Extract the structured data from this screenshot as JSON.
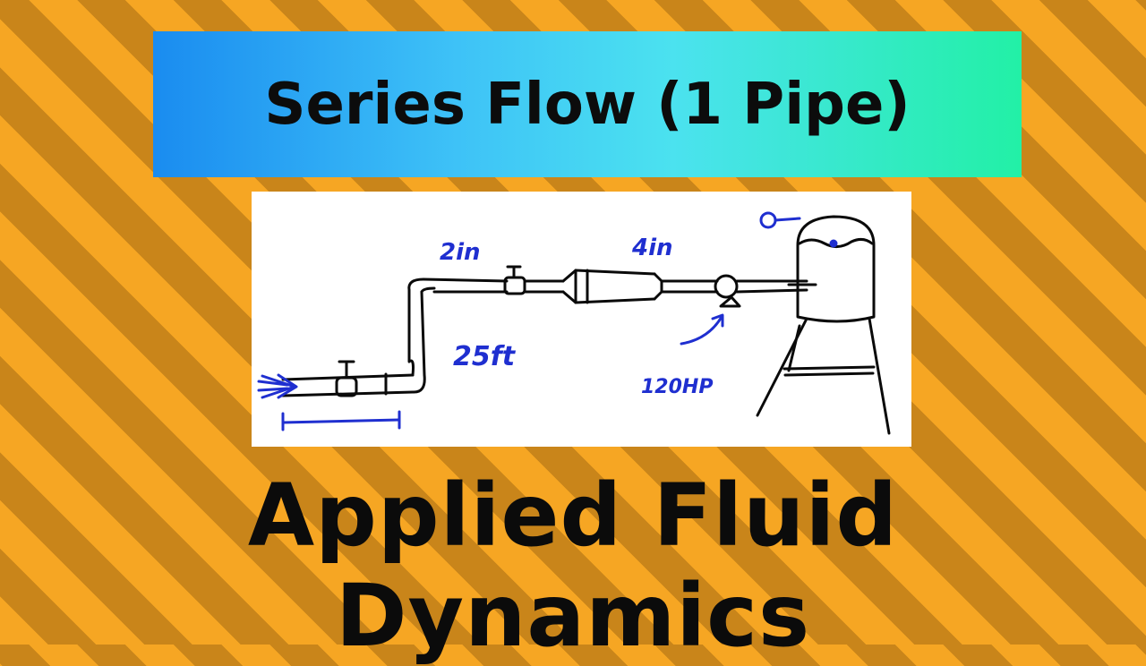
{
  "banner": {
    "title": "Series Flow (1 Pipe)"
  },
  "sketch": {
    "label_2in": "2in",
    "label_4in": "4in",
    "label_25ft": "25ft",
    "label_pump": "120HP"
  },
  "footer": {
    "title": "Applied Fluid Dynamics"
  },
  "colors": {
    "background_orange": "#f6a623",
    "stripe_dark": "#c9851a",
    "sketch_ink": "#0a0a0a",
    "annotation_blue": "#1f2fd0"
  }
}
